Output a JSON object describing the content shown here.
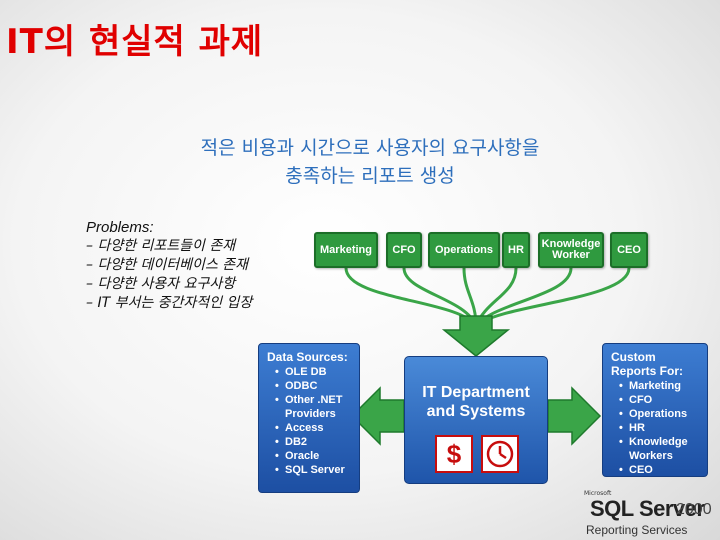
{
  "slide": {
    "title": "IT의 현실적 과제",
    "subtitle_line1": "적은 비용과 시간으로 사용자의 요구사항을",
    "subtitle_line2": "충족하는 리포트 생성"
  },
  "problems": {
    "title": "Problems:",
    "items": [
      "– 다양한 리포트들이 존재",
      "– 다양한 데이터베이스 존재",
      "– 다양한 사용자 요구사항",
      "– IT 부서는 중간자적인 입장"
    ]
  },
  "departments": [
    "Marketing",
    "CFO",
    "Operations",
    "HR",
    "Knowledge Worker",
    "CEO"
  ],
  "data_sources": {
    "title": "Data Sources:",
    "items": [
      "OLE DB",
      "ODBC",
      "Other .NET Providers",
      "Access",
      "DB2",
      "Oracle",
      "SQL Server"
    ]
  },
  "center": {
    "line1": "IT Department",
    "line2": "and Systems",
    "icons": [
      "dollar-icon",
      "clock-icon"
    ],
    "dollar_symbol": "$"
  },
  "custom_reports": {
    "title": "Custom Reports For:",
    "items": [
      "Marketing",
      "CFO",
      "Operations",
      "HR",
      "Knowledge Workers",
      "CEO"
    ]
  },
  "logo": {
    "small": "Microsoft",
    "main": "SQL Server",
    "version": "2000",
    "sub": "Reporting Services"
  },
  "colors": {
    "title": "#e00000",
    "subtitle": "#2e6fbc",
    "department_green": "#2f9a3f",
    "panel_blue": "#2a62b8",
    "arrow_green": "#3aa548"
  }
}
